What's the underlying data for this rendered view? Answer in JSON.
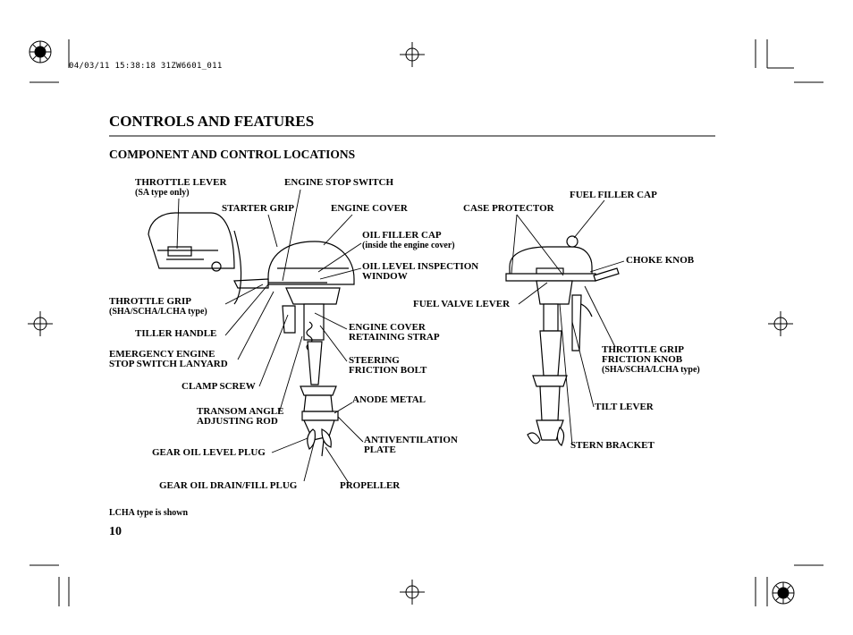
{
  "print_stamp": "04/03/11 15:38:18 31ZW6601_011",
  "section_title": "CONTROLS AND FEATURES",
  "subsection_title": "COMPONENT AND CONTROL LOCATIONS",
  "footnote": "LCHA type is shown",
  "page_number": "10",
  "labels": {
    "throttle_lever": [
      "THROTTLE LEVER",
      "(SA type only)"
    ],
    "engine_stop_switch": "ENGINE STOP SWITCH",
    "starter_grip": "STARTER GRIP",
    "engine_cover": "ENGINE COVER",
    "oil_filler_cap": [
      "OIL FILLER CAP",
      "(inside the engine cover)"
    ],
    "oil_level_window": [
      "OIL LEVEL INSPECTION",
      "WINDOW"
    ],
    "throttle_grip": [
      "THROTTLE GRIP",
      "(SHA/SCHA/LCHA type)"
    ],
    "tiller_handle": "TILLER HANDLE",
    "emergency_lanyard": [
      "EMERGENCY ENGINE",
      "STOP SWITCH LANYARD"
    ],
    "clamp_screw": "CLAMP SCREW",
    "transom_rod": [
      "TRANSOM ANGLE",
      "ADJUSTING ROD"
    ],
    "gear_oil_level_plug": "GEAR OIL LEVEL PLUG",
    "gear_oil_drain_plug": "GEAR OIL DRAIN/FILL PLUG",
    "engine_cover_strap": [
      "ENGINE COVER",
      "RETAINING STRAP"
    ],
    "steering_bolt": [
      "STEERING",
      "FRICTION BOLT"
    ],
    "anode_metal": "ANODE METAL",
    "antiventilation_plate": [
      "ANTIVENTILATION",
      "PLATE"
    ],
    "propeller": "PROPELLER",
    "case_protector": "CASE PROTECTOR",
    "fuel_filler_cap": "FUEL FILLER CAP",
    "choke_knob": "CHOKE KNOB",
    "fuel_valve_lever": "FUEL VALVE LEVER",
    "throttle_friction": [
      "THROTTLE GRIP",
      "FRICTION KNOB",
      "(SHA/SCHA/LCHA type)"
    ],
    "tilt_lever": "TILT LEVER",
    "stern_bracket": "STERN BRACKET"
  }
}
